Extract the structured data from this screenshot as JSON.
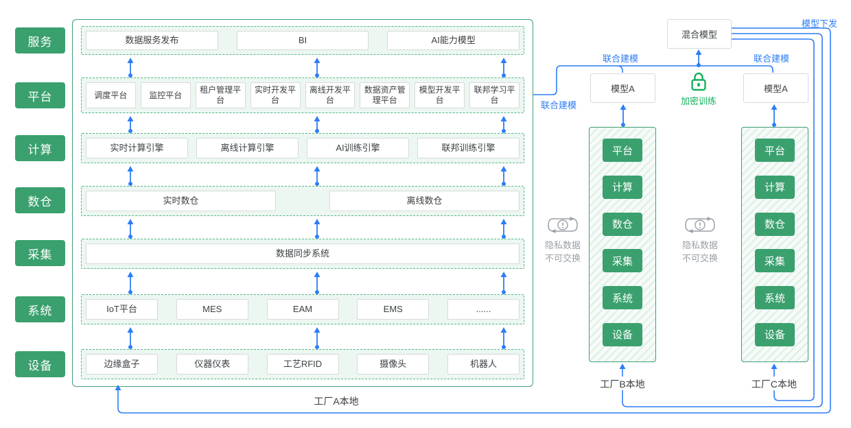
{
  "palette": {
    "green": "#3aa06e",
    "green_border": "#3f9e73",
    "blue": "#2d7df6",
    "gray": "#9aa0a6",
    "bright_green": "#13b15b",
    "row_bg": "#ecf7f1"
  },
  "sidebar": {
    "labels": [
      "服务",
      "平台",
      "计算",
      "数仓",
      "采集",
      "系统",
      "设备"
    ]
  },
  "factory_a": {
    "label": "工厂A本地",
    "rows": [
      {
        "id": "service",
        "items": [
          "数据服务发布",
          "BI",
          "AI能力模型"
        ]
      },
      {
        "id": "platform",
        "items": [
          "调度平台",
          "监控平台",
          "租户管理平台",
          "实时开发平台",
          "离线开发平台",
          "数据资产管理平台",
          "模型开发平台",
          "联邦学习平台"
        ]
      },
      {
        "id": "compute",
        "items": [
          "实时计算引擎",
          "离线计算引擎",
          "AI训练引擎",
          "联邦训练引擎"
        ]
      },
      {
        "id": "warehouse",
        "items": [
          "实时数仓",
          "离线数仓"
        ]
      },
      {
        "id": "collect",
        "items": [
          "数据同步系统"
        ]
      },
      {
        "id": "system",
        "items": [
          "IoT平台",
          "MES",
          "EAM",
          "EMS",
          "......"
        ]
      },
      {
        "id": "device",
        "items": [
          "边缘盒子",
          "仪器仪表",
          "工艺RFID",
          "摄像头",
          "机器人"
        ]
      }
    ]
  },
  "federation": {
    "mixed_model": "混合模型",
    "model_a_left": "模型A",
    "model_a_right": "模型A",
    "model_distribute": "模型下发",
    "joint_modeling_left": "联合建模",
    "joint_modeling_mid": "联合建模",
    "joint_modeling_right": "联合建模",
    "encrypted_training": "加密训练",
    "privacy_note_line1": "隐私数据",
    "privacy_note_line2": "不可交换"
  },
  "factory_b": {
    "label": "工厂B本地",
    "stages": [
      "平台",
      "计算",
      "数仓",
      "采集",
      "系统",
      "设备"
    ]
  },
  "factory_c": {
    "label": "工厂C本地",
    "stages": [
      "平台",
      "计算",
      "数仓",
      "采集",
      "系统",
      "设备"
    ]
  }
}
